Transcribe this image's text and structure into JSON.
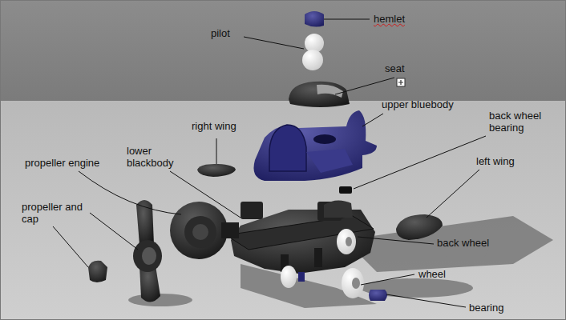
{
  "diagram": {
    "labels": [
      "hemlet",
      "pilot",
      "seat",
      "upper bluebody",
      "back wheel bearing",
      "right wing",
      "lower blackbody",
      "propeller engine",
      "left wing",
      "propeller and cap",
      "back wheel",
      "wheel",
      "bearing"
    ]
  }
}
